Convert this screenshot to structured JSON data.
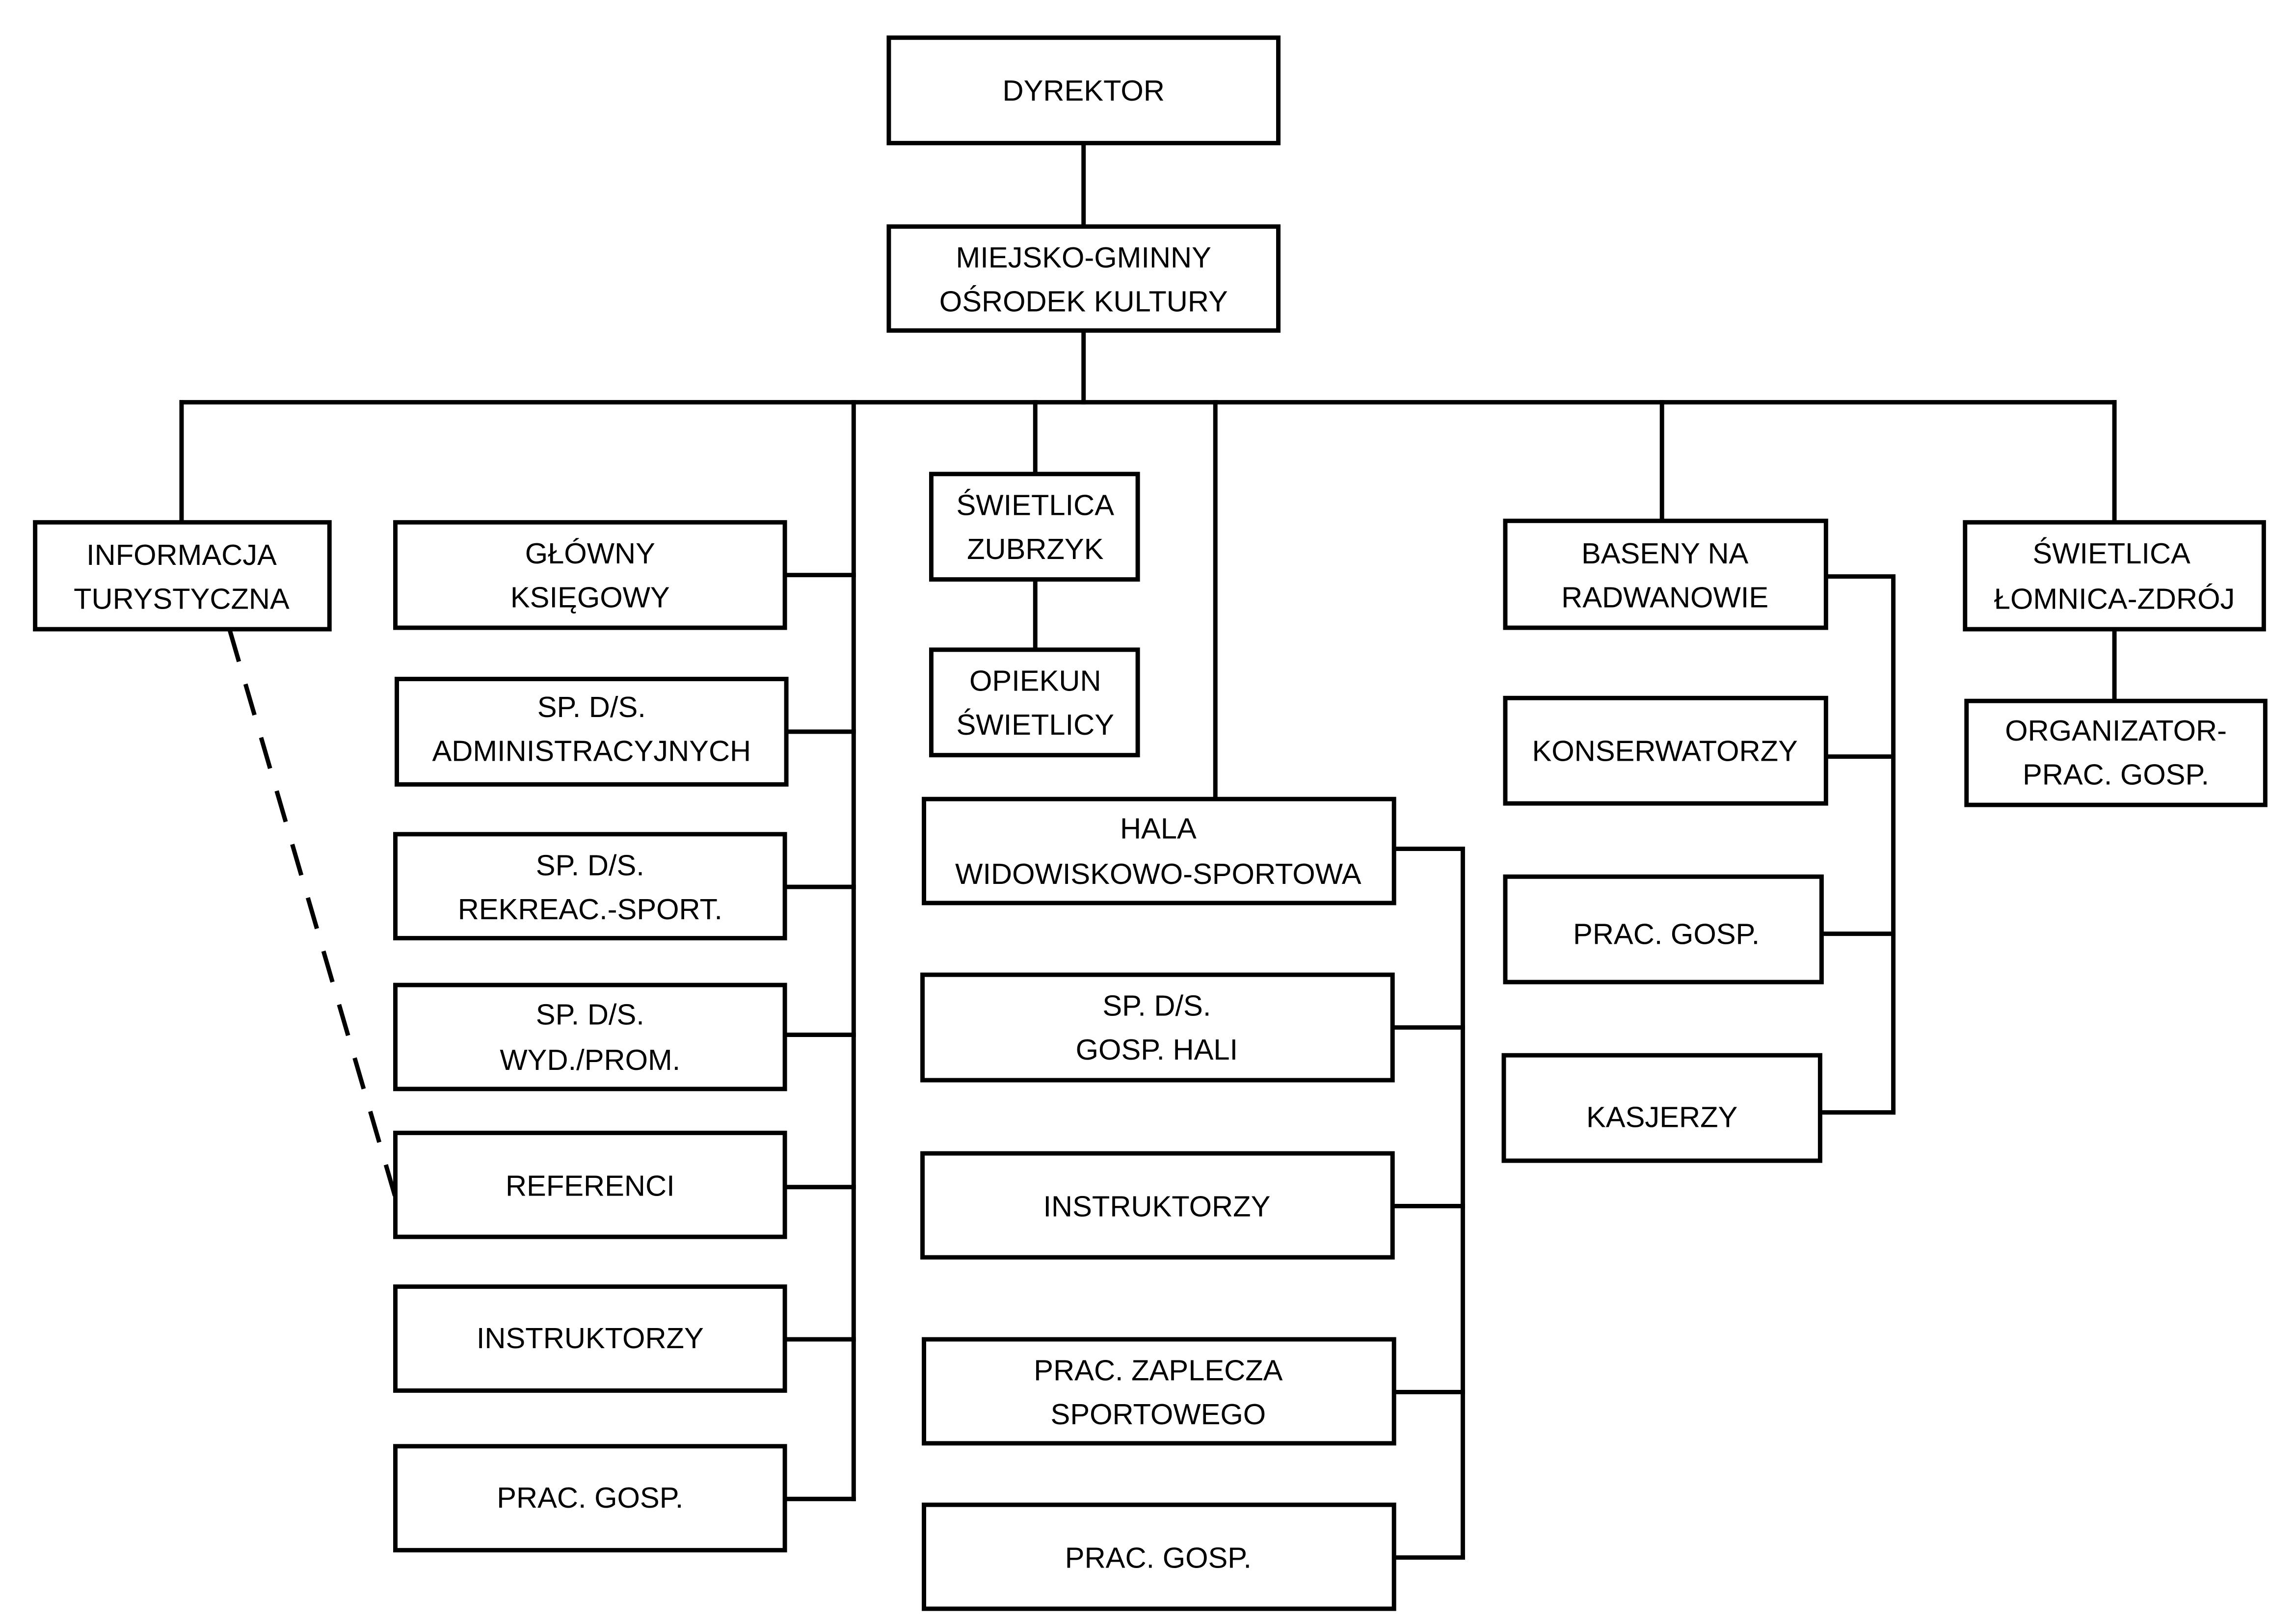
{
  "diagram": {
    "type": "org-chart",
    "colors": {
      "line": "#000000",
      "box_fill": "#ffffff",
      "text": "#000000"
    },
    "nodes": {
      "dyrektor": {
        "lines": [
          "DYREKTOR"
        ]
      },
      "mgok": {
        "lines": [
          "MIEJSKO-GMINNY",
          "OŚRODEK KULTURY"
        ]
      },
      "informacja": {
        "lines": [
          "INFORMACJA",
          "TURYSTYCZNA"
        ]
      },
      "glowny_ksiegowy": {
        "lines": [
          "GŁÓWNY",
          "KSIĘGOWY"
        ]
      },
      "sp_admin": {
        "lines": [
          "SP. D/S.",
          "ADMINISTRACYJNYCH"
        ]
      },
      "sp_rekreac": {
        "lines": [
          "SP. D/S.",
          "REKREAC.-SPORT."
        ]
      },
      "sp_wyd": {
        "lines": [
          "SP. D/S.",
          "WYD./PROM."
        ]
      },
      "referenci": {
        "lines": [
          "REFERENCI"
        ]
      },
      "instruktorzy_left": {
        "lines": [
          "INSTRUKTORZY"
        ]
      },
      "prac_gosp_left": {
        "lines": [
          "PRAC. GOSP."
        ]
      },
      "swietlica_zubrzyk": {
        "lines": [
          "ŚWIETLICA",
          "ZUBRZYK"
        ]
      },
      "opiekun": {
        "lines": [
          "OPIEKUN",
          "ŚWIETLICY"
        ]
      },
      "hala": {
        "lines": [
          "HALA",
          "WIDOWISKOWO-SPORTOWA"
        ]
      },
      "sp_gosp_hali": {
        "lines": [
          "SP. D/S.",
          "GOSP. HALI"
        ]
      },
      "instruktorzy_mid": {
        "lines": [
          "INSTRUKTORZY"
        ]
      },
      "prac_zaplecza": {
        "lines": [
          "PRAC. ZAPLECZA",
          "SPORTOWEGO"
        ]
      },
      "prac_gosp_mid": {
        "lines": [
          "PRAC. GOSP."
        ]
      },
      "baseny": {
        "lines": [
          "BASENY NA",
          "RADWANOWIE"
        ]
      },
      "konserwatorzy": {
        "lines": [
          "KONSERWATORZY"
        ]
      },
      "prac_gosp_right": {
        "lines": [
          "PRAC. GOSP."
        ]
      },
      "kasjerzy": {
        "lines": [
          "KASJERZY"
        ]
      },
      "swietlica_lomnica": {
        "lines": [
          "ŚWIETLICA",
          "ŁOMNICA-ZDRÓJ"
        ]
      },
      "organizator": {
        "lines": [
          "ORGANIZATOR-",
          "PRAC. GOSP."
        ]
      }
    },
    "edges": [
      {
        "from": "dyrektor",
        "to": "mgok",
        "style": "solid"
      },
      {
        "from": "mgok",
        "to": "informacja",
        "style": "solid"
      },
      {
        "from": "mgok",
        "to": "glowny_ksiegowy",
        "style": "solid"
      },
      {
        "from": "mgok",
        "to": "sp_admin",
        "style": "solid"
      },
      {
        "from": "mgok",
        "to": "sp_rekreac",
        "style": "solid"
      },
      {
        "from": "mgok",
        "to": "sp_wyd",
        "style": "solid"
      },
      {
        "from": "mgok",
        "to": "referenci",
        "style": "solid"
      },
      {
        "from": "mgok",
        "to": "instruktorzy_left",
        "style": "solid"
      },
      {
        "from": "mgok",
        "to": "prac_gosp_left",
        "style": "solid"
      },
      {
        "from": "mgok",
        "to": "swietlica_zubrzyk",
        "style": "solid"
      },
      {
        "from": "swietlica_zubrzyk",
        "to": "opiekun",
        "style": "solid"
      },
      {
        "from": "mgok",
        "to": "hala",
        "style": "solid"
      },
      {
        "from": "hala",
        "to": "sp_gosp_hali",
        "style": "solid"
      },
      {
        "from": "hala",
        "to": "instruktorzy_mid",
        "style": "solid"
      },
      {
        "from": "hala",
        "to": "prac_zaplecza",
        "style": "solid"
      },
      {
        "from": "hala",
        "to": "prac_gosp_mid",
        "style": "solid"
      },
      {
        "from": "mgok",
        "to": "baseny",
        "style": "solid"
      },
      {
        "from": "baseny",
        "to": "konserwatorzy",
        "style": "solid"
      },
      {
        "from": "baseny",
        "to": "prac_gosp_right",
        "style": "solid"
      },
      {
        "from": "baseny",
        "to": "kasjerzy",
        "style": "solid"
      },
      {
        "from": "mgok",
        "to": "swietlica_lomnica",
        "style": "solid"
      },
      {
        "from": "swietlica_lomnica",
        "to": "organizator",
        "style": "solid"
      },
      {
        "from": "informacja",
        "to": "referenci",
        "style": "dashed"
      }
    ]
  }
}
